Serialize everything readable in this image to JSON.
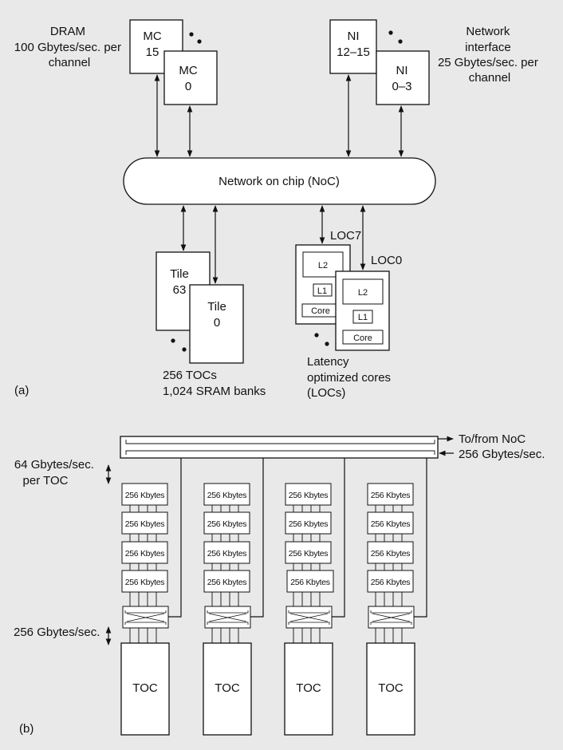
{
  "part_a": {
    "label": "(a)",
    "dram": {
      "lines": [
        "DRAM",
        "100 Gbytes/sec. per",
        "channel"
      ]
    },
    "mc_back": {
      "lines": [
        "MC",
        "15"
      ]
    },
    "mc_front": {
      "lines": [
        "MC",
        "0"
      ]
    },
    "ni_back": {
      "lines": [
        "NI",
        "12–15"
      ]
    },
    "ni_front": {
      "lines": [
        "NI",
        "0–3"
      ]
    },
    "net_iface": {
      "lines": [
        "Network",
        "interface",
        "25 Gbytes/sec. per",
        "channel"
      ]
    },
    "noc": "Network on chip (NoC)",
    "tile_back": {
      "lines": [
        "Tile",
        "63"
      ]
    },
    "tile_front": {
      "lines": [
        "Tile",
        "0"
      ]
    },
    "tile_caption": {
      "lines": [
        "256 TOCs",
        "1,024 SRAM banks"
      ]
    },
    "loc_back_name": "LOC7",
    "loc_front_name": "LOC0",
    "l2": "L2",
    "l1": "L1",
    "core": "Core",
    "loc_caption": {
      "lines": [
        "Latency",
        "optimized cores",
        "(LOCs)"
      ]
    }
  },
  "part_b": {
    "label": "(b)",
    "noc_link": {
      "lines": [
        "To/from NoC",
        "256 Gbytes/sec."
      ]
    },
    "toc_bw": {
      "lines": [
        "64 Gbytes/sec.",
        "per TOC"
      ]
    },
    "bank_bw": "256 Gbytes/sec.",
    "sram_bank": "256 Kbytes",
    "toc": "TOC"
  }
}
